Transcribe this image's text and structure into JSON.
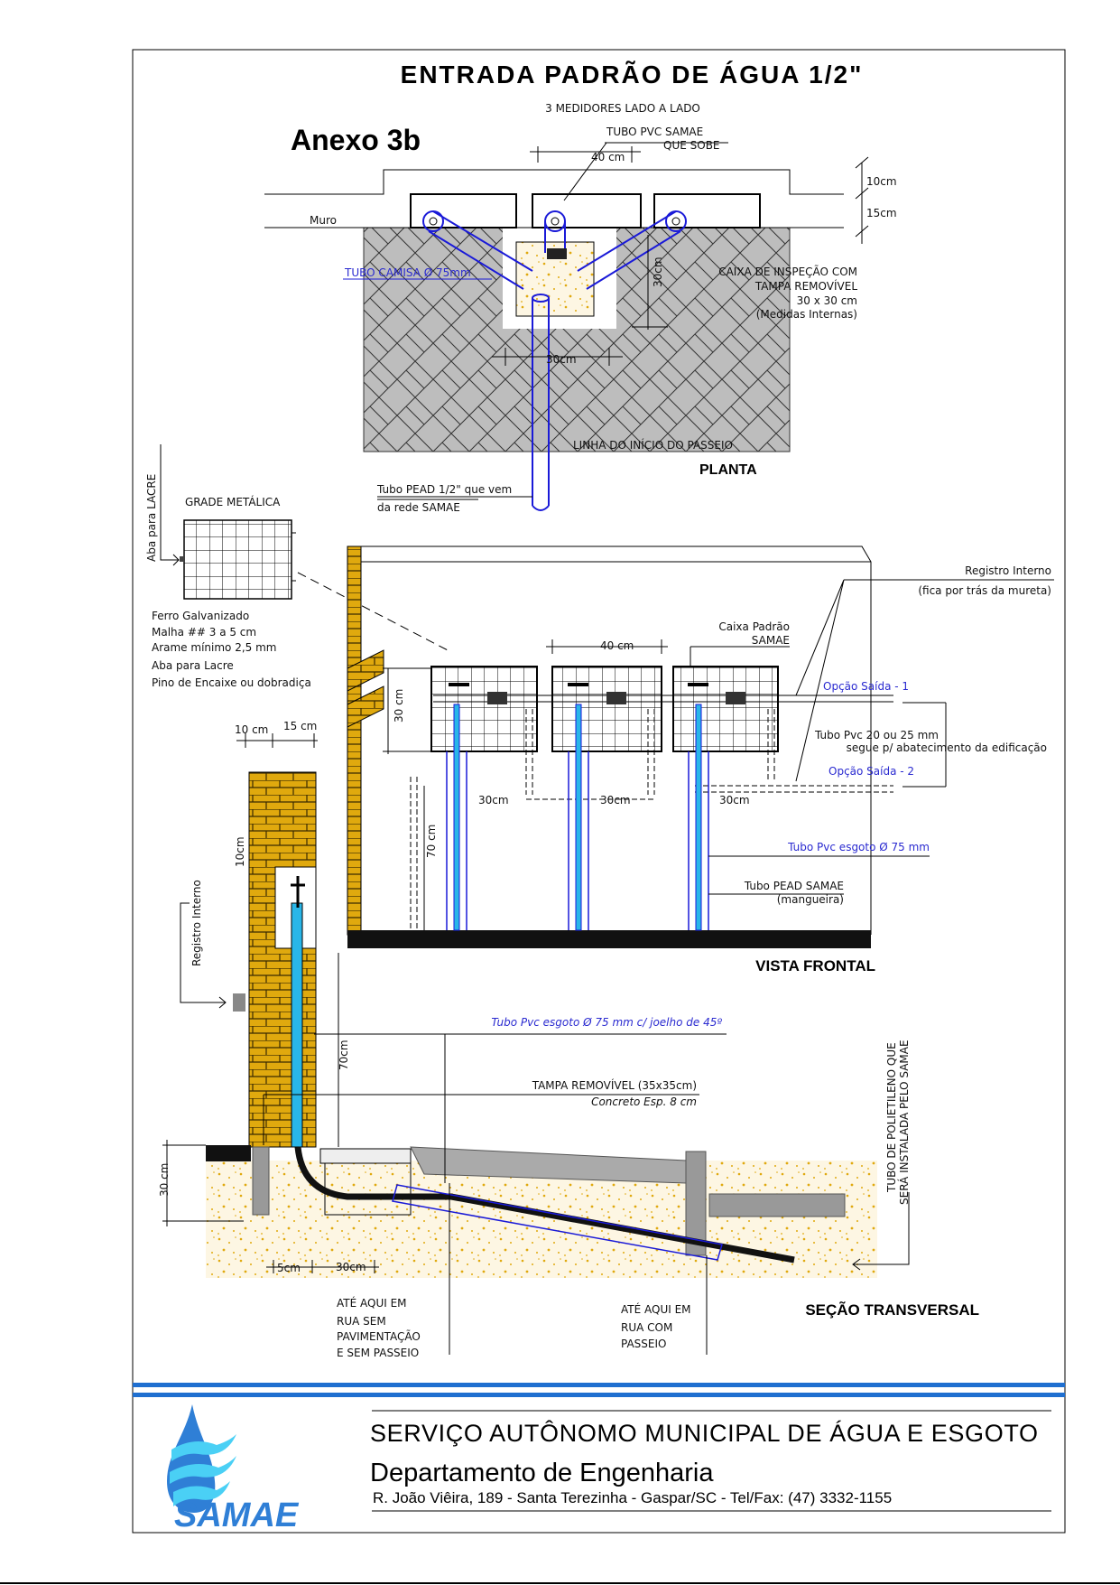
{
  "title": "ENTRADA PADRÃO DE ÁGUA 1/2\"",
  "subtitle": "3 MEDIDORES LADO A LADO",
  "annex": "Anexo 3b",
  "planta": {
    "heading": "PLANTA",
    "muro": "Muro",
    "tubo_pvc_1": "TUBO PVC SAMAE",
    "tubo_pvc_2": "QUE SOBE",
    "dim_40": "40 cm",
    "dim_10": "10cm",
    "dim_15": "15cm",
    "tubo_camisa": "TUBO CAMISA Ø 75mm",
    "caixa_1": "CAIXA DE INSPEÇÃO COM",
    "caixa_2": "TAMPA REMOVÍVEL",
    "caixa_3": "30 x 30 cm",
    "caixa_4": "(Medidas Internas)",
    "dim_30v": "30cm",
    "dim_30h": "30cm",
    "linha": "LINHA DO INÍCIO DO PASSEIO",
    "pead_1": "Tubo PEAD  1/2\" que vem",
    "pead_2": "da rede SAMAE"
  },
  "grade": {
    "title": "GRADE METÁLICA",
    "aba_vertical": "Aba para LACRE",
    "notes": [
      "Ferro Galvanizado",
      "Malha ## 3 a 5 cm",
      "Arame mínimo 2,5 mm",
      "Aba para Lacre",
      "Pino de Encaixe ou dobradiça"
    ]
  },
  "vista": {
    "heading": "VISTA FRONTAL",
    "dim_40": "40 cm",
    "caixa_1": "Caixa Padrão",
    "caixa_2": "SAMAE",
    "registro_1": "Registro Interno",
    "registro_2": "(fica por trás da mureta)",
    "saida_1": "Opção Saída - 1",
    "saida_2": "Opção Saída - 2",
    "tubo_pvc_1": "Tubo Pvc 20 ou 25 mm",
    "tubo_pvc_2": "segue p/ abatecimento da edificação",
    "dim_30": [
      "30cm",
      "30cm",
      "30cm"
    ],
    "dim_30v": "30 cm",
    "dim_70": "70 cm",
    "esgoto": "Tubo Pvc esgoto Ø 75 mm",
    "pead_1": "Tubo PEAD SAMAE",
    "pead_2": "(mangueira)"
  },
  "secao": {
    "heading": "SEÇÃO TRANSVERSAL",
    "dim_10": "10 cm",
    "dim_15": "15 cm",
    "registro": "Registro Interno",
    "dim_10v": "10cm",
    "dim_70": "70cm",
    "esgoto": "Tubo Pvc esgoto Ø 75 mm c/ joelho de 45º",
    "tampa_1": "TAMPA REMOVÍVEL (35x35cm)",
    "tampa_2": "Concreto Esp. 8 cm",
    "dim_30v": "30 cm",
    "dim_5": "5cm",
    "dim_30": "30cm",
    "polietileno_1": "TUBO DE POLIETILENO QUE",
    "polietileno_2": "SERÁ INSTALADA PELO SAMAE",
    "ate_sem": [
      "ATÉ AQUI EM",
      "RUA SEM",
      "PAVIMENTAÇÃO",
      "E SEM PASSEIO"
    ],
    "ate_com": [
      "ATÉ AQUI EM",
      "RUA COM",
      "PASSEIO"
    ]
  },
  "footer": {
    "logo_text": "SAMAE",
    "org": "SERVIÇO  AUTÔNOMO  MUNICIPAL DE ÁGUA E ESGOTO",
    "dept": "Departamento de Engenharia",
    "address": "R. João Viêira, 189 - Santa Terezinha - Gaspar/SC  - Tel/Fax: (47) 3332-1155"
  },
  "colors": {
    "pipe_blue": "#1a1ad8",
    "water": "#29b6e8",
    "brick": "#e0a90e",
    "pavement": "#bdbdbd",
    "footer_line": "#1f6fd0"
  }
}
